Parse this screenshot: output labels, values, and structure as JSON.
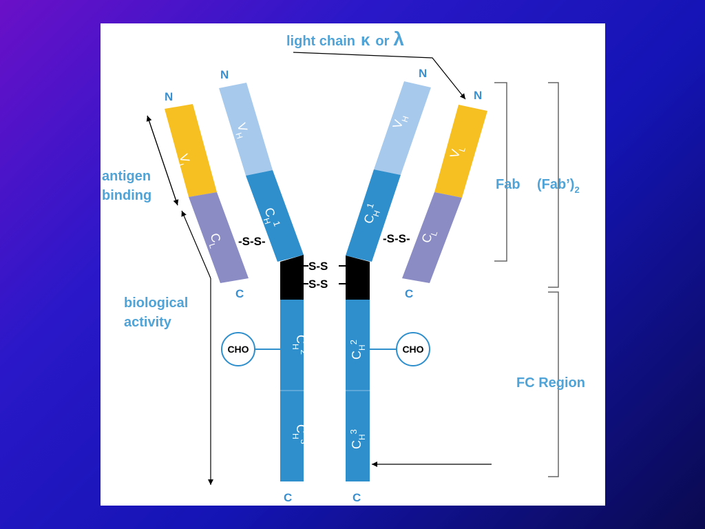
{
  "diagram": {
    "title_light_chain": "light chain",
    "kappa": "κ",
    "or_word": "or",
    "lambda": "λ",
    "antigen_binding": [
      "antigen",
      "binding"
    ],
    "biological_activity": [
      "biological",
      "activity"
    ],
    "fab": "Fab",
    "fab2": "(Fab’)",
    "fab2_sub": "2",
    "fc_region": "FC Region",
    "n_terminus": "N",
    "c_terminus": "C",
    "disulfide": "-S-S-",
    "hinge_ss": "S-S",
    "cho": "CHO",
    "domains": {
      "vl_main": "V",
      "vl_sub": "L",
      "vh_main": "V",
      "vh_sub": "H",
      "cl_main": "C",
      "cl_sub": "L",
      "ch1_main": "C",
      "ch1_sub": "H",
      "ch1_num": "1",
      "ch2_main": "C",
      "ch2_sub": "H",
      "ch2_num": "2",
      "ch3_main": "C",
      "ch3_sub": "H",
      "ch3_num": "3"
    },
    "colors": {
      "vl": "#f6bf22",
      "vh": "#a6c9ec",
      "ch": "#2f8fcc",
      "cl": "#8b8cc4",
      "hinge": "#000000",
      "label": "#4fa3d6"
    }
  }
}
